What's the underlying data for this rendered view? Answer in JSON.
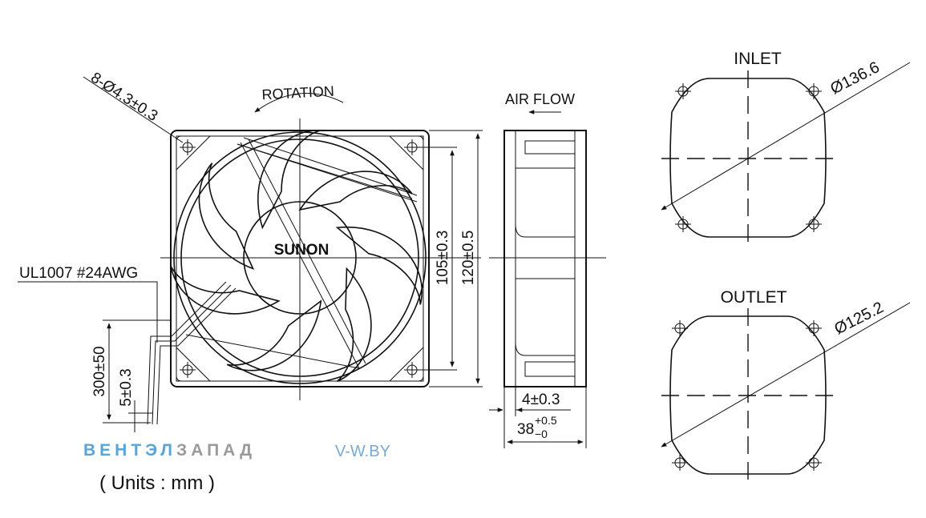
{
  "front_view": {
    "hole_spec": "8-Ø4.3±0.3",
    "rotation_label": "ROTATION",
    "hub_brand": "SUNON",
    "wire_spec": "UL1007 #24AWG",
    "dim_inner": "105±0.3",
    "dim_outer": "120±0.5",
    "dim_lead_length": "300±50",
    "dim_strip_length": "5±0.3"
  },
  "side_view": {
    "airflow_label": "AIR FLOW",
    "dim_flange": "4±0.3",
    "dim_depth_base": "38",
    "dim_depth_upper_tol": "+0.5",
    "dim_depth_lower_tol": "−0"
  },
  "inlet_view": {
    "title": "INLET",
    "diameter": "Ø136.6"
  },
  "outlet_view": {
    "title": "OUTLET",
    "diameter": "Ø125.2"
  },
  "watermark": {
    "brand_part1": "ВЕНТЭЛ",
    "brand_part2": "ЗАПАД",
    "url": "V-W.BY",
    "colors": {
      "part1": "#5aa4d8",
      "part2": "#9a9a9a",
      "url": "#7aaad0"
    }
  },
  "units_note": "( Units : mm )"
}
